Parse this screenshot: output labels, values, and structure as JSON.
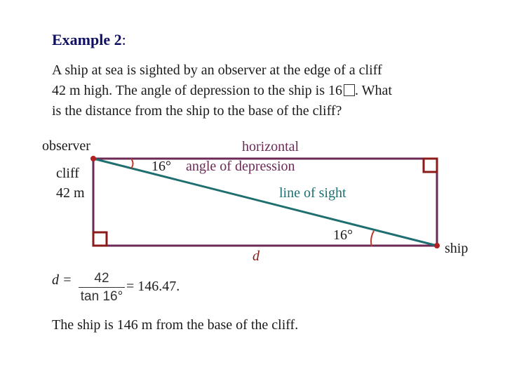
{
  "title": {
    "label": "Example 2",
    "colon": ":"
  },
  "problem": {
    "line1": "A ship at sea is sighted by an observer at the edge of a cliff",
    "line2_a": "42 m high. The angle of depression to the ship is 16",
    "line2_b": ". What",
    "line3": "is the distance from the ship to the base of the cliff?"
  },
  "diagram": {
    "observer": "observer",
    "cliff": "cliff",
    "cliff_height": "42 m",
    "horizontal": "horizontal",
    "angle_top": "16°",
    "angle_of_depression": "angle of depression",
    "line_of_sight": "line of sight",
    "angle_bottom": "16°",
    "d": "d",
    "ship": "ship"
  },
  "formula": {
    "lhs": "d =",
    "numerator": "42",
    "denominator": "tan 16°",
    "rhs": "= 146.47."
  },
  "conclusion": "The ship is 146 m from the base of the cliff.",
  "colors": {
    "rect": "#6b2a55",
    "sight_line": "#1f6f70",
    "right_angle": "#8b1a1a",
    "point": "#b02020",
    "angle_arc": "#c0392b"
  }
}
